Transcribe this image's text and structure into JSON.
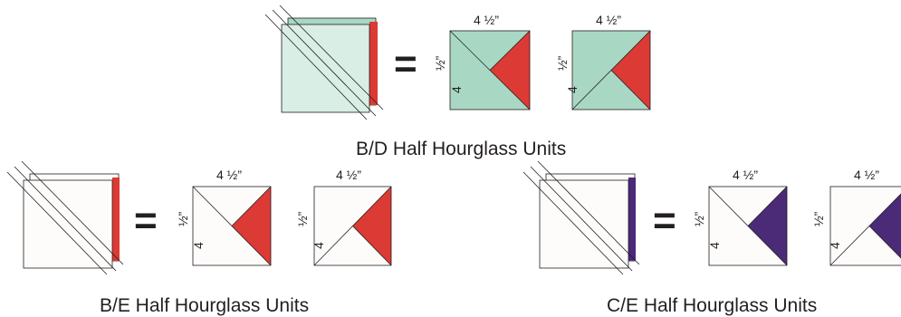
{
  "colors": {
    "mint": "#a8d8c4",
    "mint_light": "#d9eee5",
    "red": "#dc3a34",
    "purple": "#4b2a78",
    "white_fabric": "#fdfcfb",
    "line": "#231f20"
  },
  "groups": [
    {
      "caption": "B/D Half Hourglass Units",
      "equals": "=",
      "unit_size_top": "4 ½”",
      "unit_size_side_num": "4",
      "unit_size_side_frac": "½”",
      "main_fabric": "mint",
      "accent_fabric": "red"
    },
    {
      "caption": "B/E Half Hourglass Units",
      "equals": "=",
      "unit_size_top": "4 ½”",
      "unit_size_side_num": "4",
      "unit_size_side_frac": "½”",
      "main_fabric": "white_fabric",
      "accent_fabric": "red"
    },
    {
      "caption": "C/E Half Hourglass Units",
      "equals": "=",
      "unit_size_top": "4 ½”",
      "unit_size_side_num": "4",
      "unit_size_side_frac": "½”",
      "main_fabric": "white_fabric",
      "accent_fabric": "purple"
    }
  ]
}
